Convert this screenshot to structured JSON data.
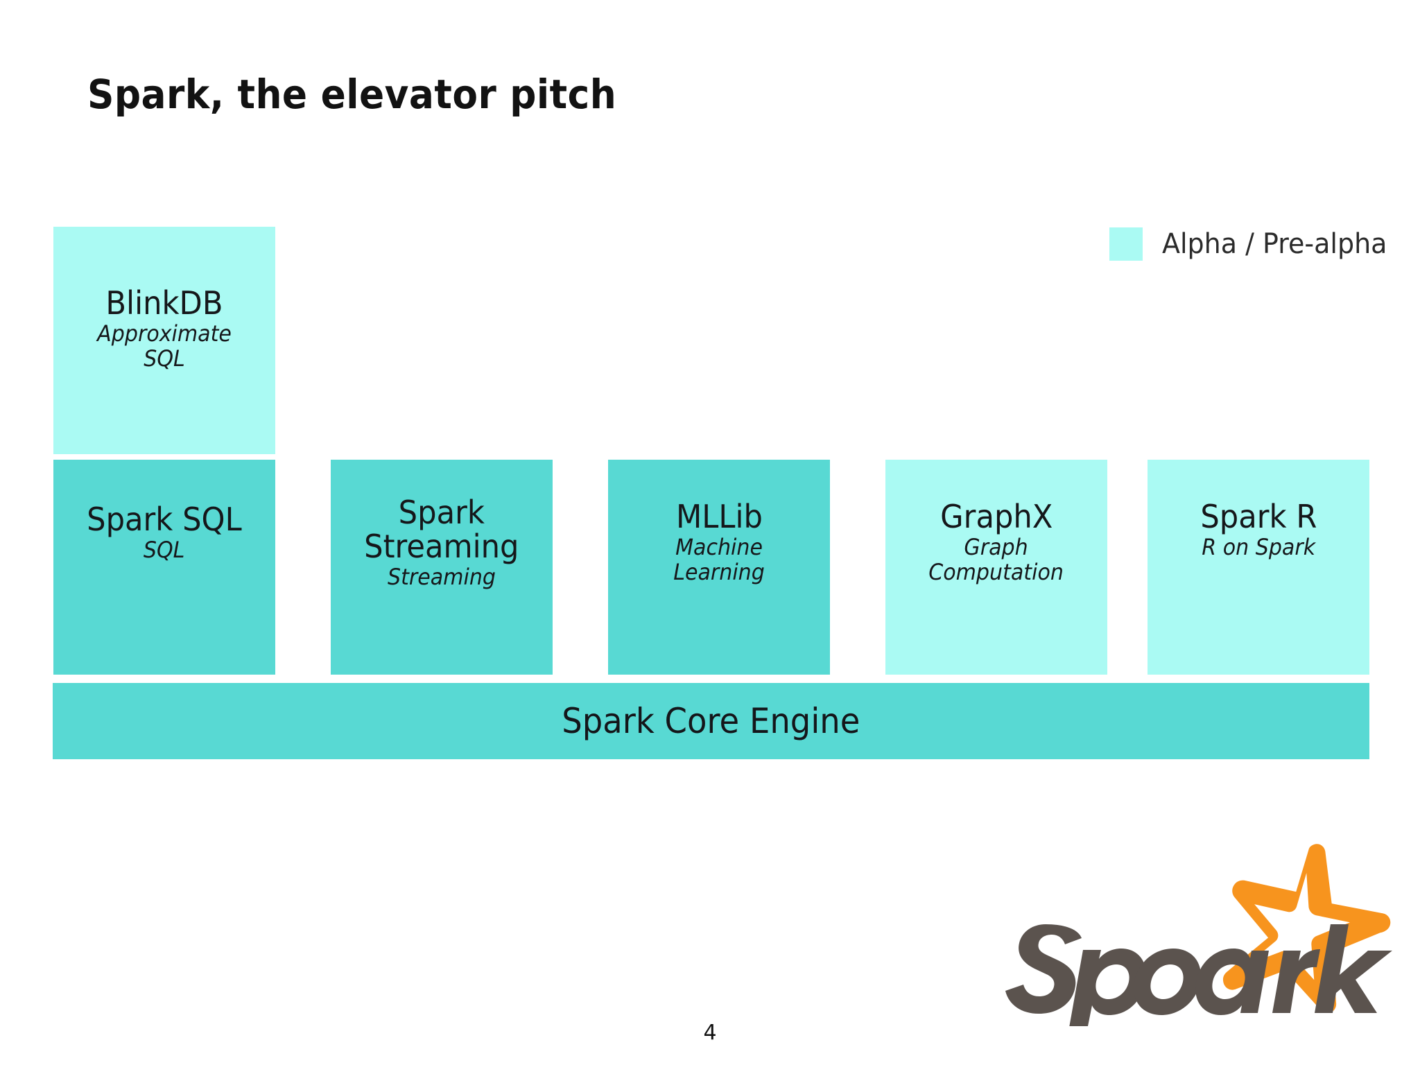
{
  "slide": {
    "title": "Spark, the elevator pitch",
    "page_number": "4",
    "background_color": "#ffffff"
  },
  "legend": {
    "label": "Alpha / Pre-alpha",
    "swatch_color": "#aafaf3"
  },
  "colors": {
    "stable": "#58d9d3",
    "alpha": "#aafaf3",
    "core": "#58d9d3",
    "text": "#15171a",
    "logo_word": "#5b534e",
    "logo_star": "#f7941e"
  },
  "diagram": {
    "upper_row": [
      {
        "name": "BlinkDB",
        "subtitle": "Approximate\nSQL",
        "status": "alpha",
        "color": "#aafaf3"
      }
    ],
    "module_row": [
      {
        "name": "Spark SQL",
        "subtitle": "SQL",
        "status": "stable",
        "color": "#58d9d3"
      },
      {
        "name": "Spark\nStreaming",
        "subtitle": "Streaming",
        "status": "stable",
        "color": "#58d9d3"
      },
      {
        "name": "MLLib",
        "subtitle": "Machine\nLearning",
        "status": "stable",
        "color": "#58d9d3"
      },
      {
        "name": "GraphX",
        "subtitle": "Graph\nComputation",
        "status": "alpha",
        "color": "#aafaf3"
      },
      {
        "name": "Spark R",
        "subtitle": "R on Spark",
        "status": "alpha",
        "color": "#aafaf3"
      }
    ],
    "core": {
      "label": "Spark Core Engine",
      "color": "#58d9d3"
    }
  },
  "logo": {
    "wordmark": "Spark",
    "icon": "star-icon",
    "word_color": "#5b534e",
    "star_color": "#f7941e"
  }
}
